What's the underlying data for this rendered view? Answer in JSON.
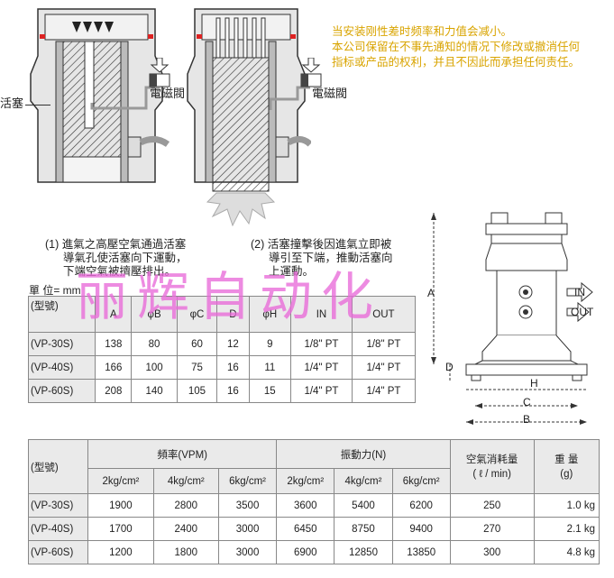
{
  "notes": {
    "line1": "当安装刚性差时频率和力值会减小。",
    "line2": "本公司保留在不事先通知的情况下修改或撤消任何",
    "line3": "指标或产品的权利，并且不因此而承担任何责任。"
  },
  "diagram_labels": {
    "piston": "活塞",
    "solenoid_left": "電磁閥",
    "solenoid_right": "電磁閥",
    "in": "IN",
    "out": "OUT",
    "dim_a": "A",
    "dim_b": "B",
    "dim_c": "C",
    "dim_d": "D",
    "dim_h": "H"
  },
  "captions": {
    "c1_line1": "(1) 進氣之高壓空氣通過活塞",
    "c1_line2": "導氣孔使活塞向下運動，",
    "c1_line3": "下端空氣被擠壓排出。",
    "c2_line1": "(2) 活塞撞擊後因進氣立即被",
    "c2_line2": "導引至下端，推動活塞向",
    "c2_line3": "上運動。"
  },
  "watermark": "丽辉自动化",
  "unit_label": "單 位= mm",
  "table1": {
    "headers": [
      "(型號)",
      "A",
      "φB",
      "φC",
      "D",
      "φH",
      "IN",
      "OUT"
    ],
    "rows": [
      [
        "(VP-30S)",
        "138",
        "80",
        "60",
        "12",
        "9",
        "1/8\" PT",
        "1/8\" PT"
      ],
      [
        "(VP-40S)",
        "166",
        "100",
        "75",
        "16",
        "11",
        "1/4\" PT",
        "1/4\" PT"
      ],
      [
        "(VP-60S)",
        "208",
        "140",
        "105",
        "16",
        "15",
        "1/4\" PT",
        "1/4\" PT"
      ]
    ]
  },
  "table2": {
    "model_header": "(型號)",
    "freq_header": "頻率(VPM)",
    "force_header": "振動力(N)",
    "air_header_line1": "空氣消耗量",
    "air_header_line2": "( ℓ / min)",
    "weight_header_line1": "重 量",
    "weight_header_line2": "(g)",
    "pressure_labels": [
      "2kg/cm²",
      "4kg/cm²",
      "6kg/cm²",
      "2kg/cm²",
      "4kg/cm²",
      "6kg/cm²"
    ],
    "rows": [
      [
        "(VP-30S)",
        "1900",
        "2800",
        "3500",
        "3600",
        "5400",
        "6200",
        "250",
        "1.0 kg"
      ],
      [
        "(VP-40S)",
        "1700",
        "2400",
        "3000",
        "6450",
        "8750",
        "9400",
        "270",
        "2.1 kg"
      ],
      [
        "(VP-60S)",
        "1200",
        "1800",
        "3000",
        "6900",
        "12850",
        "13850",
        "300",
        "4.8 kg"
      ]
    ]
  }
}
